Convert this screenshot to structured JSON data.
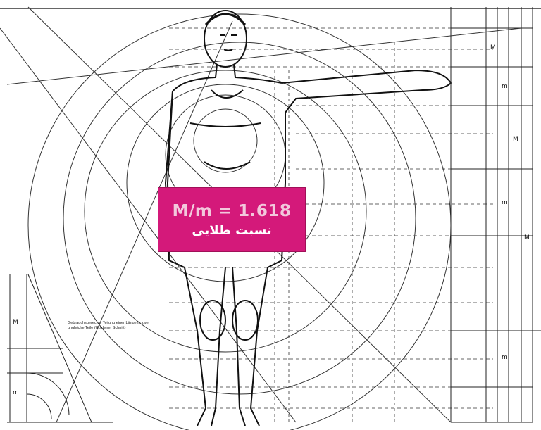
{
  "overlay": {
    "formula": "M/m = 1.618",
    "caption": "نسبت طلایی",
    "background_color": "#d4197a",
    "formula_color": "#f2c8dc",
    "caption_color": "#ffffff"
  },
  "annotation_note": "Gebrauchsgerechte Teilung einer Länge in zwei ungleiche Teile (Goldener Schnitt)",
  "ruler_labels": [
    "M",
    "m",
    "M",
    "m",
    "M",
    "m",
    "M",
    "m"
  ],
  "line_color": "#333333"
}
